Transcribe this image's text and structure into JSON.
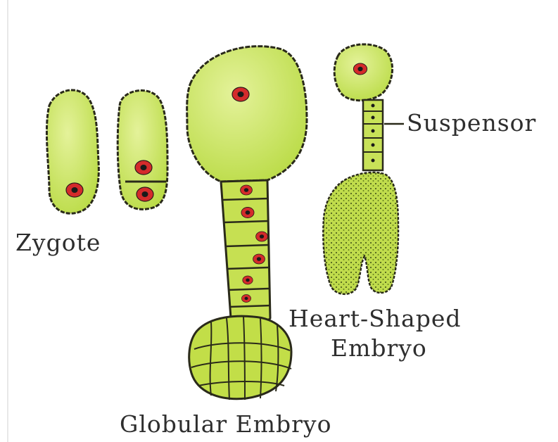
{
  "labels": {
    "zygote": "Zygote",
    "suspensor": "Suspensor",
    "heart_line1": "Heart-Shaped",
    "heart_line2": "Embryo",
    "globular": "Globular Embryo"
  },
  "colors": {
    "cell_fill": "#c2e04a",
    "cell_fill_light": "#dcef86",
    "outline": "#2a2a1a",
    "nucleus_outer": "#d42b2b",
    "nucleus_inner": "#1a1a1a",
    "label_text": "#2e2e2e"
  }
}
